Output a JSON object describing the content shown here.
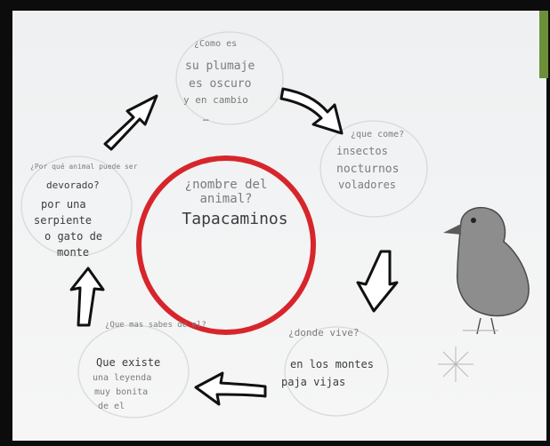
{
  "center": {
    "question": [
      "¿nombre del",
      "animal?"
    ],
    "answer": "Tapacaminos",
    "ring_color": "#d7262b"
  },
  "bubbles": {
    "top": [
      "¿Como es",
      "su plumaje",
      "es oscuro",
      "y en cambio",
      "…"
    ],
    "right": [
      "¿que come?",
      "insectos",
      "nocturnos",
      "voladores"
    ],
    "bottom_right": [
      "¿donde vive?",
      "en los montes",
      "paja vijas"
    ],
    "bottom_left": [
      "¿Que mas sabes de el?",
      "Que existe",
      "una leyenda",
      "muy bonita",
      "de el"
    ],
    "left": [
      "¿Por qué animal puede ser",
      "devorado?",
      "por una",
      "serpiente",
      "o gato de",
      "monte"
    ]
  },
  "drawing": {
    "subject": "bird-sketch"
  }
}
